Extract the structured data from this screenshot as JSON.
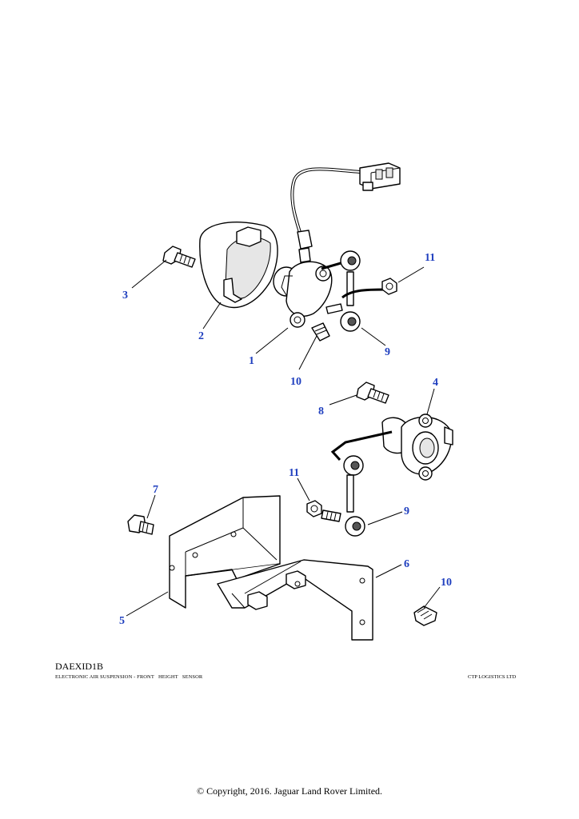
{
  "diagram": {
    "code": "DAEXID1B",
    "description": "ELECTRONIC AIR SUSPENSION - FRONT   HEIGHT   SENSOR",
    "supplier": "CTP LOGISTICS LTD",
    "copyright": "© Copyright, 2016. Jaguar Land Rover Limited.",
    "callouts": [
      {
        "id": "c1",
        "label": "1"
      },
      {
        "id": "c2",
        "label": "2"
      },
      {
        "id": "c3",
        "label": "3"
      },
      {
        "id": "c4",
        "label": "4"
      },
      {
        "id": "c5",
        "label": "5"
      },
      {
        "id": "c6",
        "label": "6"
      },
      {
        "id": "c7",
        "label": "7"
      },
      {
        "id": "c8",
        "label": "8"
      },
      {
        "id": "c9a",
        "label": "9"
      },
      {
        "id": "c9b",
        "label": "9"
      },
      {
        "id": "c10a",
        "label": "10"
      },
      {
        "id": "c10b",
        "label": "10"
      },
      {
        "id": "c11a",
        "label": "11"
      },
      {
        "id": "c11b",
        "label": "11"
      }
    ],
    "callout_color": "#1f3fbf"
  }
}
